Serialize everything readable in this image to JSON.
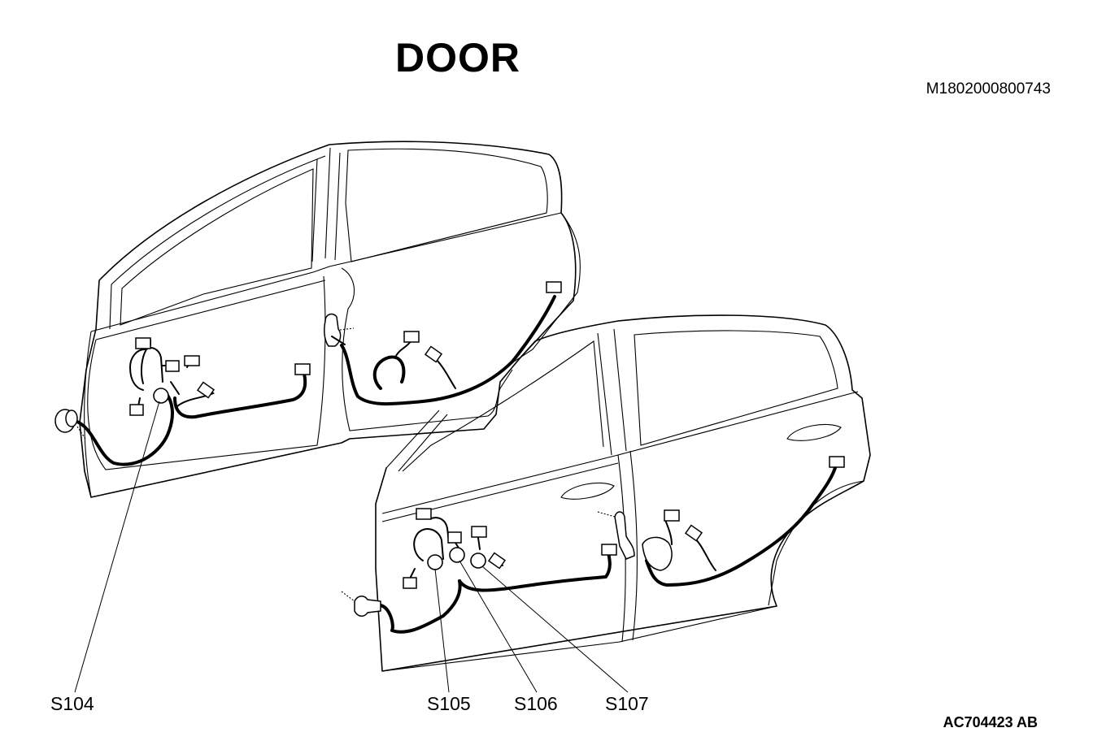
{
  "title": "DOOR",
  "document_id": "M1802000800743",
  "figure_id": "AC704423 AB",
  "callouts": {
    "s104": "S104",
    "s105": "S105",
    "s106": "S106",
    "s107": "S107"
  }
}
